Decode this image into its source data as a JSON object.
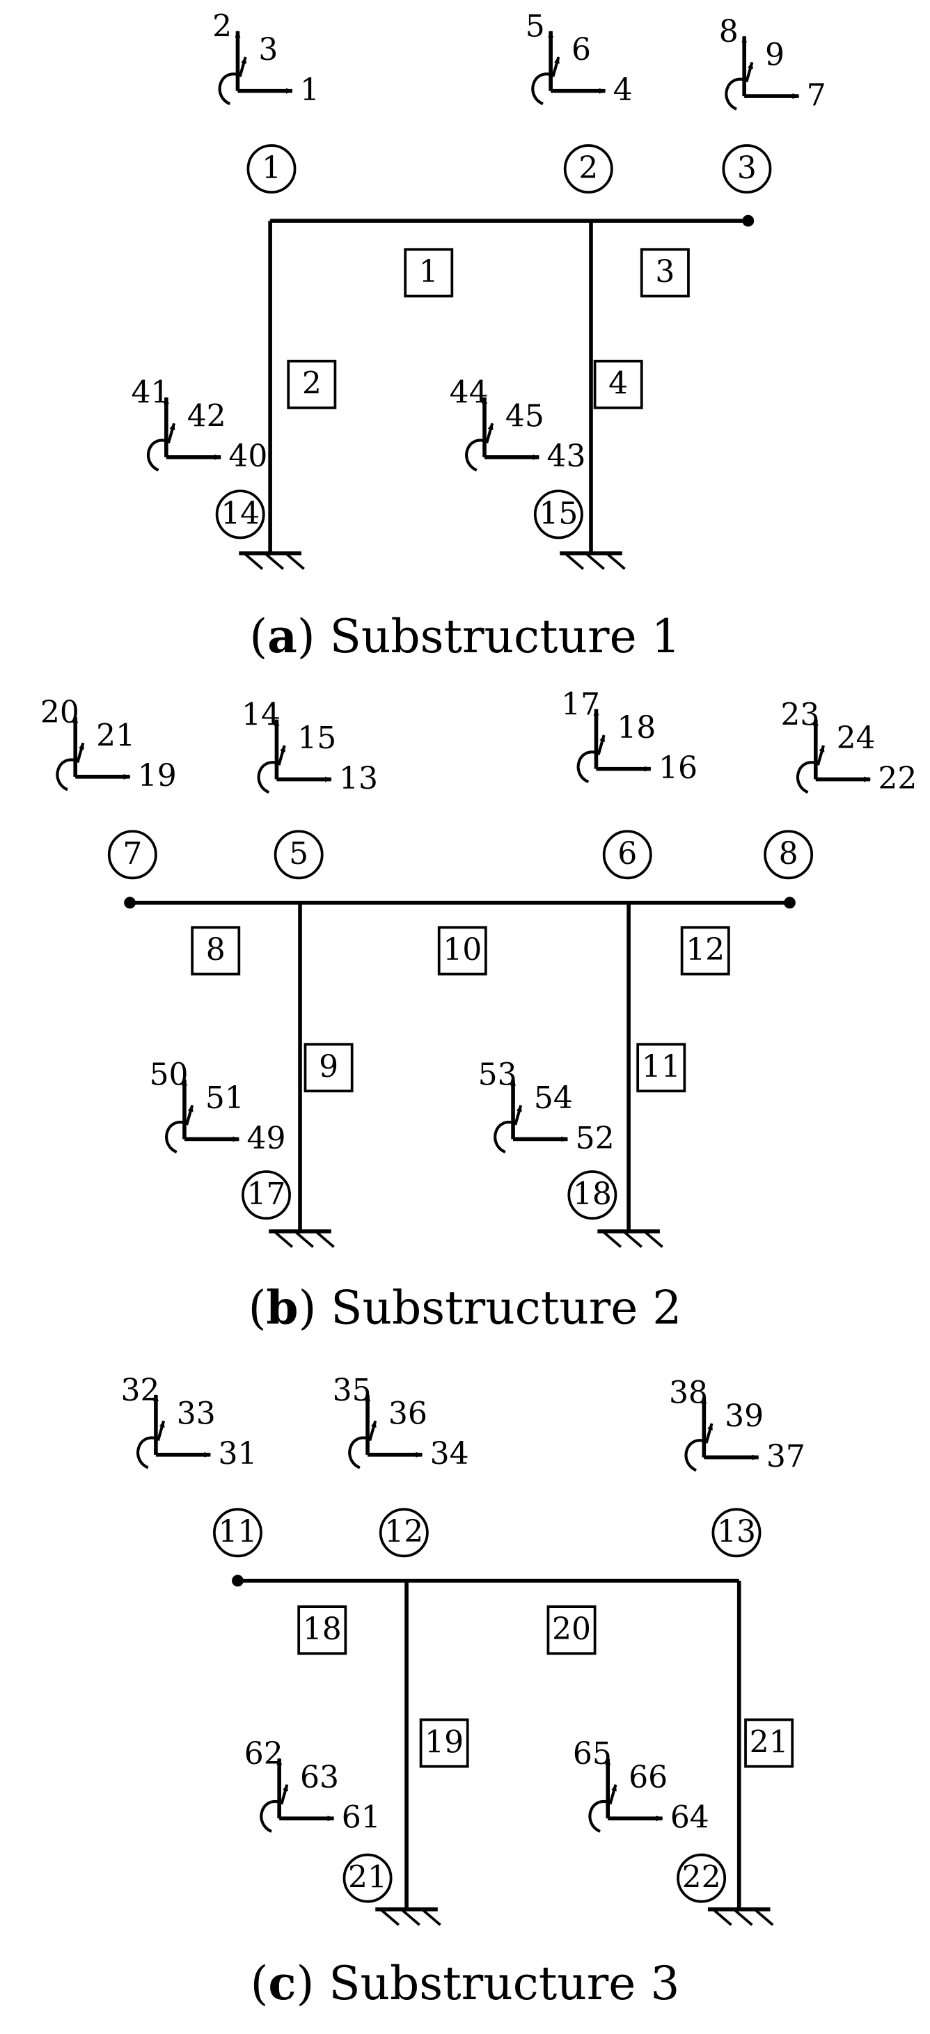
{
  "colors": {
    "ink": "#000000",
    "background": "#ffffff"
  },
  "substructures": [
    {
      "caption": {
        "letter": "a",
        "text": " Substructure 1"
      },
      "nodes": [
        "1",
        "2",
        "3",
        "14",
        "15"
      ],
      "elements": [
        "1",
        "2",
        "3",
        "4"
      ],
      "dofs": [
        {
          "x": "1",
          "y": "2",
          "r": "3"
        },
        {
          "x": "4",
          "y": "5",
          "r": "6"
        },
        {
          "x": "7",
          "y": "8",
          "r": "9"
        },
        {
          "x": "40",
          "y": "41",
          "r": "42"
        },
        {
          "x": "43",
          "y": "44",
          "r": "45"
        }
      ]
    },
    {
      "caption": {
        "letter": "b",
        "text": " Substructure 2"
      },
      "nodes": [
        "7",
        "5",
        "6",
        "8",
        "17",
        "18"
      ],
      "elements": [
        "8",
        "10",
        "12",
        "9",
        "11"
      ],
      "dofs": [
        {
          "x": "19",
          "y": "20",
          "r": "21"
        },
        {
          "x": "13",
          "y": "14",
          "r": "15"
        },
        {
          "x": "16",
          "y": "17",
          "r": "18"
        },
        {
          "x": "22",
          "y": "23",
          "r": "24"
        },
        {
          "x": "49",
          "y": "50",
          "r": "51"
        },
        {
          "x": "52",
          "y": "53",
          "r": "54"
        }
      ]
    },
    {
      "caption": {
        "letter": "c",
        "text": " Substructure 3"
      },
      "nodes": [
        "11",
        "12",
        "13",
        "21",
        "22"
      ],
      "elements": [
        "18",
        "20",
        "19",
        "21"
      ],
      "dofs": [
        {
          "x": "31",
          "y": "32",
          "r": "33"
        },
        {
          "x": "34",
          "y": "35",
          "r": "36"
        },
        {
          "x": "37",
          "y": "38",
          "r": "39"
        },
        {
          "x": "61",
          "y": "62",
          "r": "63"
        },
        {
          "x": "64",
          "y": "65",
          "r": "66"
        }
      ]
    }
  ]
}
